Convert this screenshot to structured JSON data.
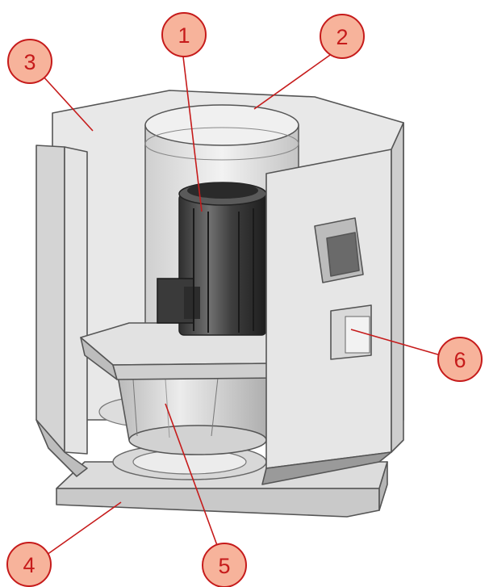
{
  "colors": {
    "callout_fill": "#f7b39b",
    "callout_stroke": "#c61b1b",
    "callout_text": "#c61b1b",
    "housing_light": "#e7e7e7",
    "housing_mid": "#cfcfcf",
    "housing_dark": "#9c9c9c",
    "motor": "#4a4a4a"
  },
  "callouts": [
    {
      "id": "1",
      "label": "1",
      "target": "motor"
    },
    {
      "id": "2",
      "label": "2",
      "target": "inlet-cylinder"
    },
    {
      "id": "3",
      "label": "3",
      "target": "housing-panel"
    },
    {
      "id": "4",
      "label": "4",
      "target": "base-plate"
    },
    {
      "id": "5",
      "label": "5",
      "target": "impeller"
    },
    {
      "id": "6",
      "label": "6",
      "target": "electrical-box"
    }
  ]
}
